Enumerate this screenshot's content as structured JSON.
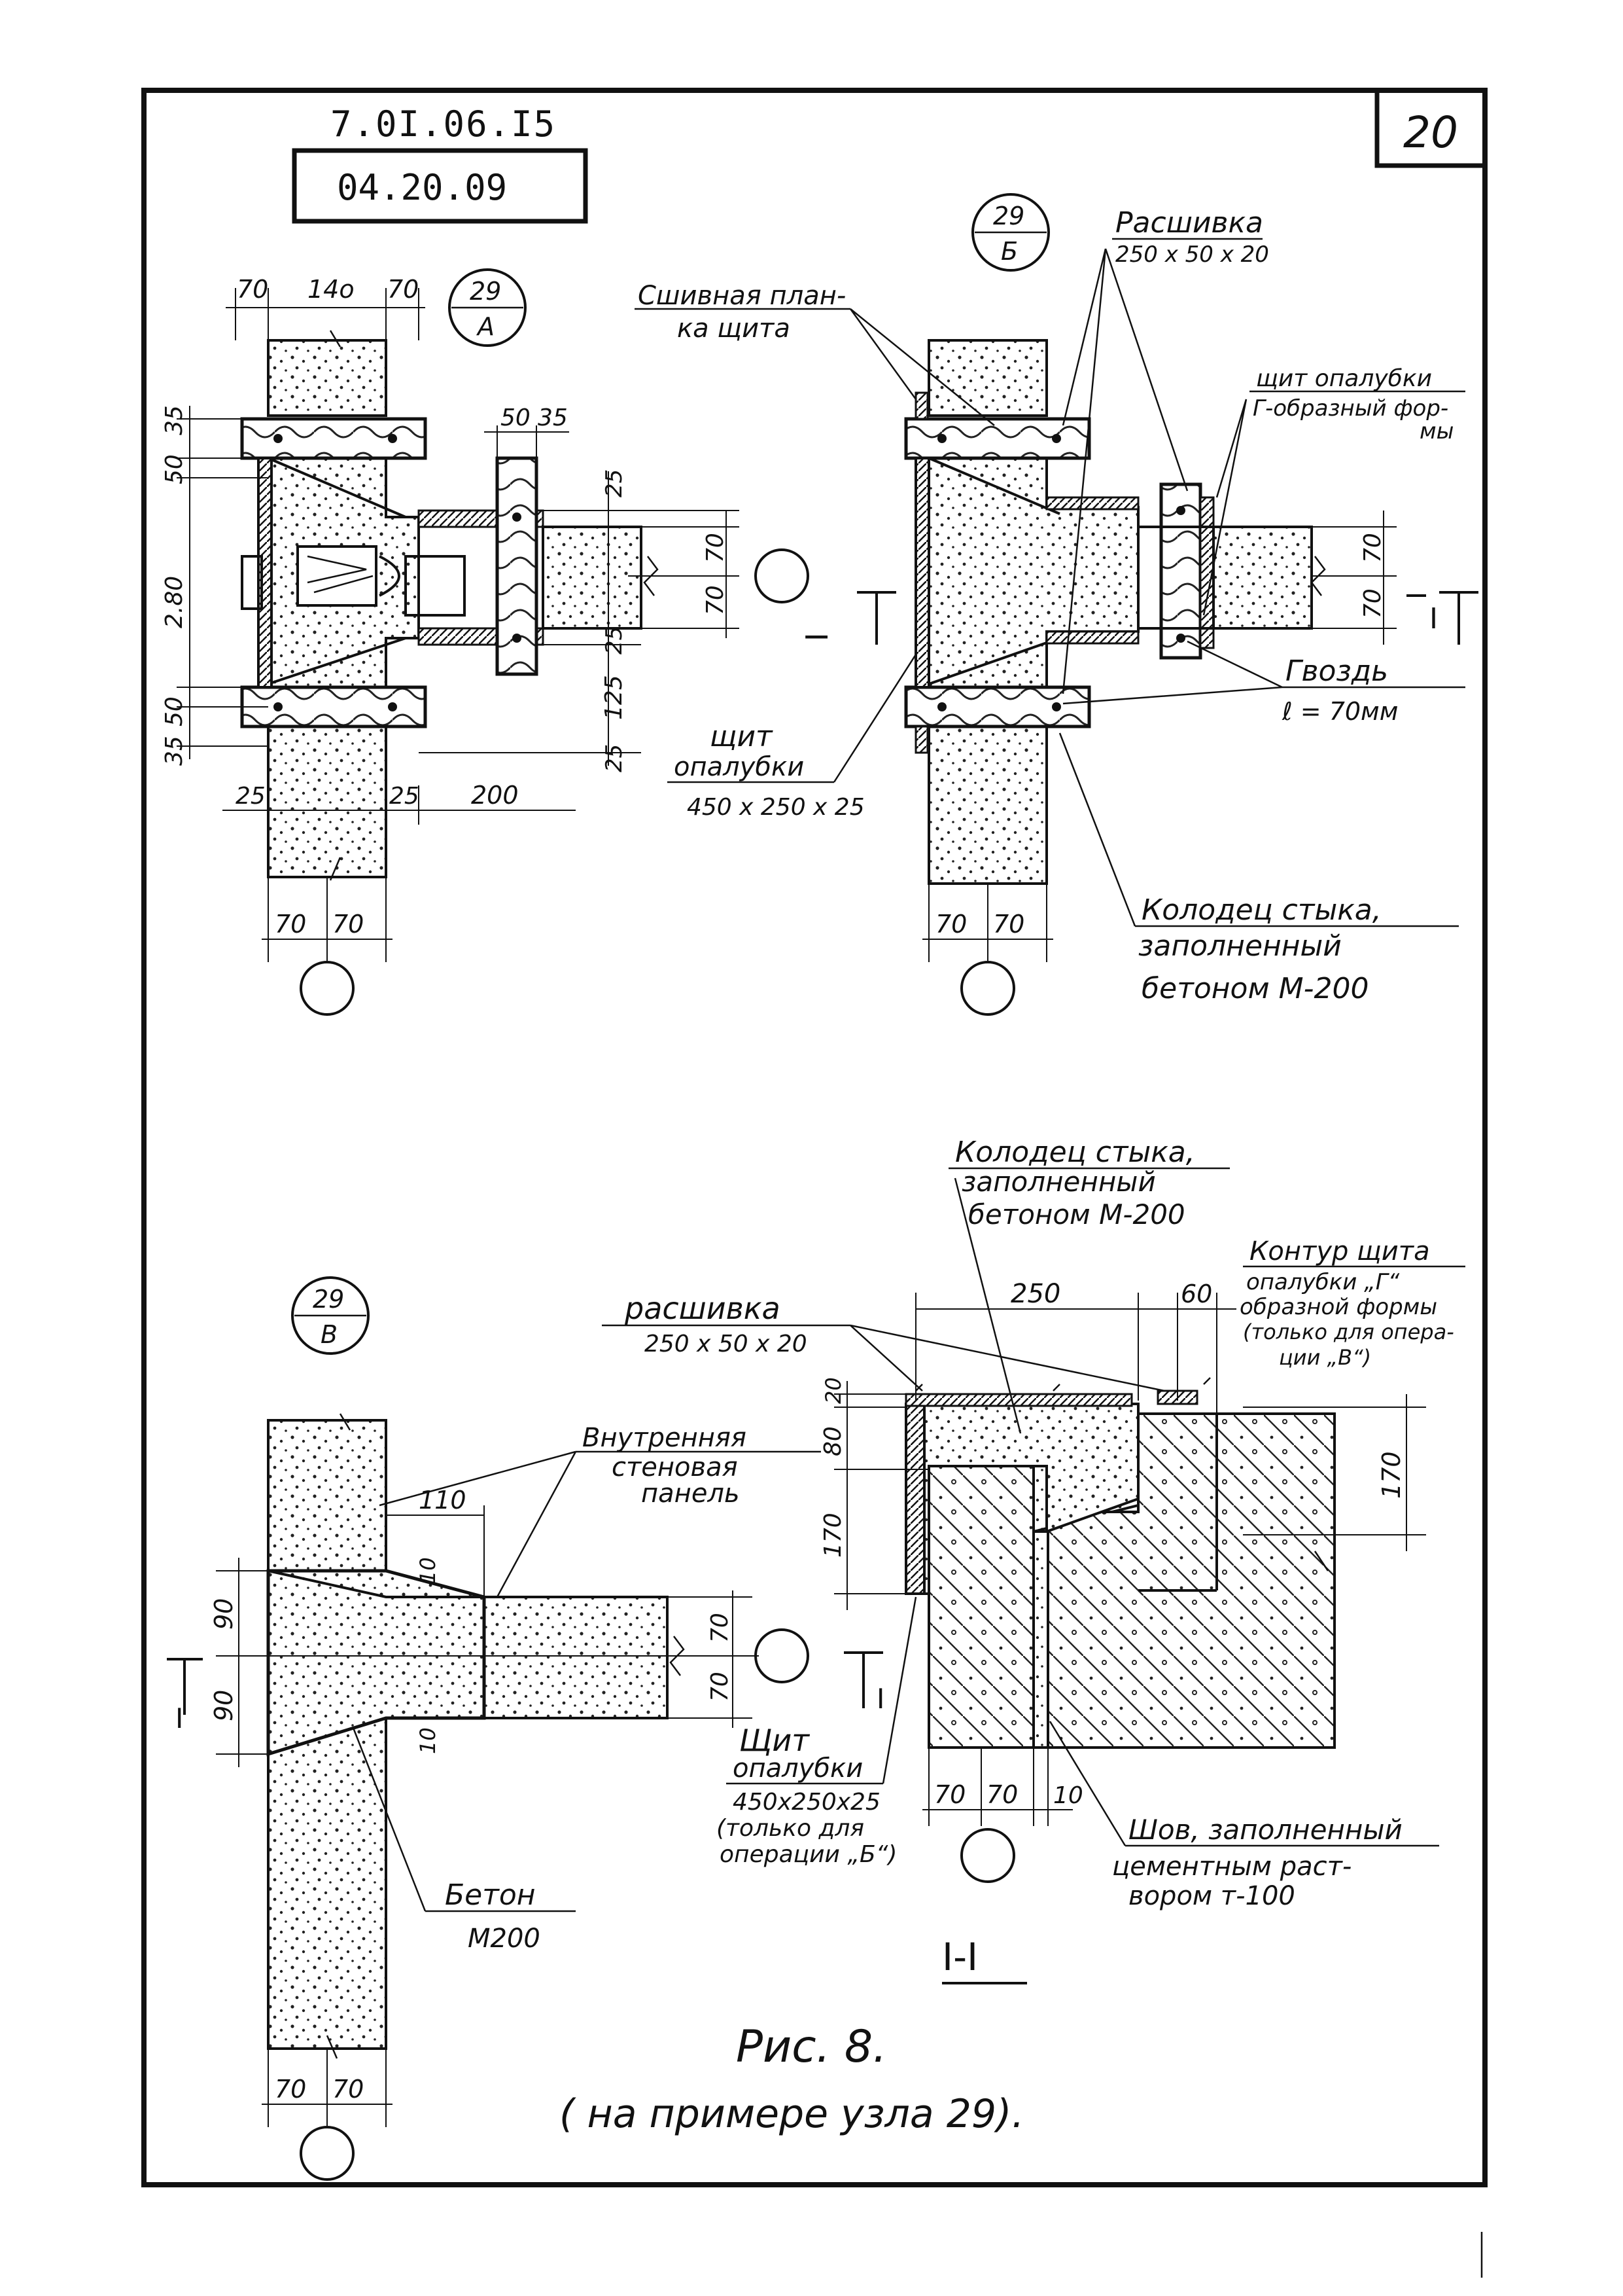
{
  "header": {
    "doc_code": "7.0I.06.I5",
    "sub_code": "04.20.09",
    "page_number": "20"
  },
  "node_a": {
    "marker_top": "29",
    "marker_bottom": "A",
    "dims": {
      "top_70_left": "70",
      "top_140": "14o",
      "top_70_right": "70",
      "v_50": "50",
      "v_35_top": "35",
      "v_280": "2.80",
      "v_50_bottom": "50",
      "v_35_bottom": "35",
      "rib_50": "50",
      "rib_35": "35",
      "d25_top": "25",
      "d70_upper": "70",
      "d70_lower": "70",
      "d25_mid": "25",
      "d125": "125",
      "d25_bottom": "25",
      "h25_left": "25",
      "h25_right": "25",
      "h200": "200",
      "b70_left": "70",
      "b70_right": "70"
    }
  },
  "node_b": {
    "marker_top": "29",
    "marker_bottom": "Б",
    "labels": {
      "rasshivka": "Расшивка",
      "rasshivka_size": "250 x 50 x 20",
      "sshivnaya_1": "Сшивная план-",
      "sshivnaya_2": "ка щита",
      "shchit_1": "щит опалубки",
      "shchit_2": "Г-образный фор-",
      "shchit_3": "мы",
      "gvozd": "Гвоздь",
      "gvozd_l": "ℓ = 70мм",
      "shchit_opal_1": "щит",
      "shchit_opal_2": "опалубки",
      "shchit_opal_size": "450 x 250 x 25",
      "kolodec_1": "Колодец стыка,",
      "kolodec_2": "заполненный",
      "kolodec_3": "бетоном М-200"
    },
    "dims": {
      "d70_upper": "70",
      "d70_lower": "70",
      "b70_left": "70",
      "b70_right": "70"
    }
  },
  "section_marks": {
    "i_label": "I"
  },
  "node_v": {
    "marker_top": "29",
    "marker_bottom": "В",
    "labels": {
      "vnutr_1": "Внутренняя",
      "vnutr_2": "стеновая",
      "vnutr_3": "панель",
      "beton_1": "Бетон",
      "beton_2": "М200"
    },
    "dims": {
      "d110": "110",
      "d10_top": "10",
      "d10_bottom": "10",
      "d90_top": "90",
      "d90_bottom": "90",
      "d70_upper": "70",
      "d70_lower": "70",
      "b70_left": "70",
      "b70_right": "70"
    }
  },
  "section_ii": {
    "title": "I-I",
    "labels": {
      "kolodec_1": "Колодец стыка,",
      "kolodec_2": "заполненный",
      "kolodec_3": "бетоном М-200",
      "rasshivka": "расшивка",
      "rasshivka_size": "250 x 50 x 20",
      "kontur_1": "Контур щита",
      "kontur_2": "опалубки „Г“",
      "kontur_3": "образной формы",
      "kontur_4": "(только для опера-",
      "kontur_5": "ции „В“)",
      "shchit_1": "Щит",
      "shchit_2": "опалубки",
      "shchit_size": "450x250x25",
      "shchit_4": "(только для",
      "shchit_5": "операции „Б“)",
      "shov_1": "Шов, заполненный",
      "shov_2": "цементным раст-",
      "shov_3": "вором т-100"
    },
    "dims": {
      "d250": "250",
      "d60": "60",
      "d20": "20",
      "d80": "80",
      "d170_left": "170",
      "d170_right": "170",
      "b70_left": "70",
      "b70_right": "70",
      "b10": "10"
    }
  },
  "caption": {
    "title": "Рис. 8.",
    "subtitle": "( на примере   узла 29)."
  }
}
